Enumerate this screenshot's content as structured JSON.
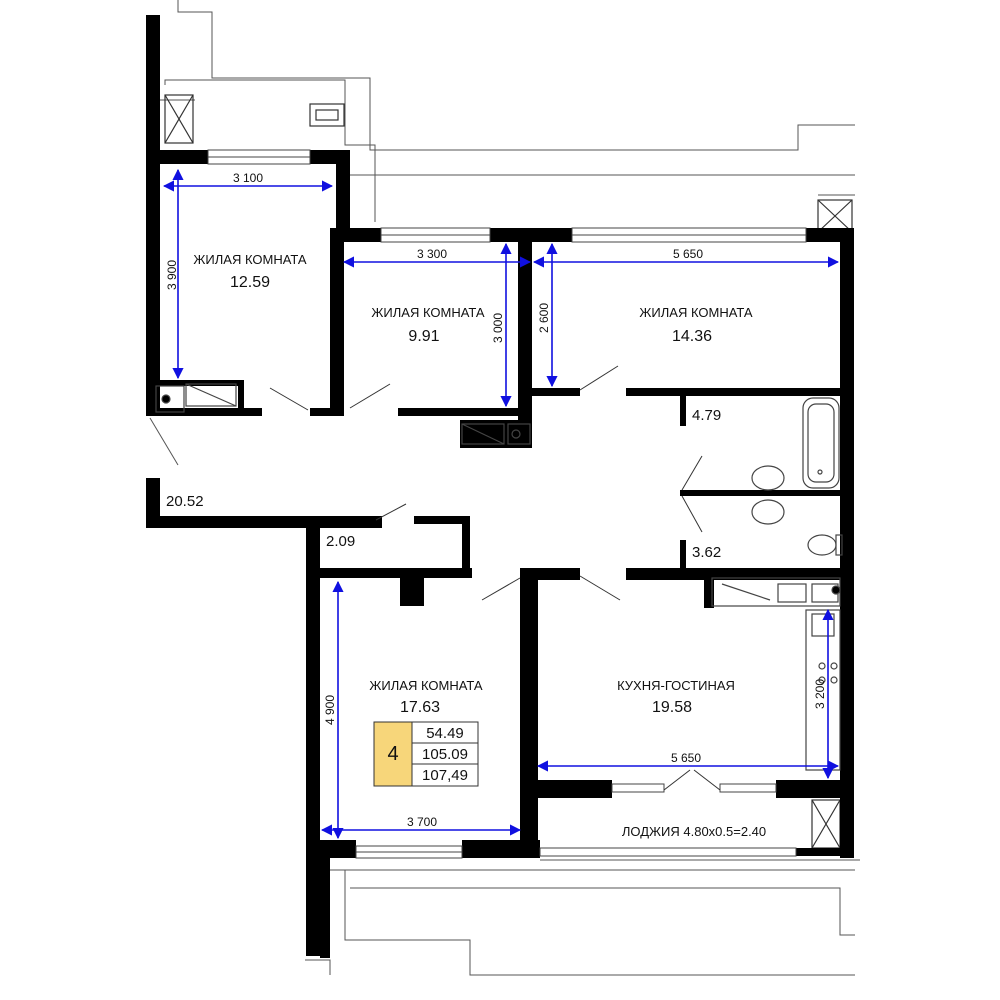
{
  "rooms": [
    {
      "label": "ЖИЛАЯ КОМНАТА",
      "area": "12.59"
    },
    {
      "label": "ЖИЛАЯ КОМНАТА",
      "area": "9.91"
    },
    {
      "label": "ЖИЛАЯ КОМНАТА",
      "area": "14.36"
    },
    {
      "label": "ЖИЛАЯ КОМНАТА",
      "area": "17.63"
    },
    {
      "label": "КУХНЯ-ГОСТИНАЯ",
      "area": "19.58"
    }
  ],
  "small_areas": {
    "hall": "20.52",
    "storage": "2.09",
    "bathroom": "4.79",
    "toilet": "3.62"
  },
  "loggia": "ЛОДЖИЯ 4.80х0.5=2.40",
  "dimensions": {
    "r1_width": "3 100",
    "r1_height": "3 900",
    "r2_width": "3 300",
    "r2_height": "3 000",
    "r3_width": "5 650",
    "r3_height": "2 600",
    "r4_height": "4 900",
    "r4_width": "3 700",
    "kitchen_width": "5 650",
    "kitchen_height": "3 200"
  },
  "legend": {
    "rooms_count": "4",
    "living_area": "54.49",
    "total_area": "105.09",
    "total_with_loggia": "107,49"
  },
  "colors": {
    "wall": "#000000",
    "dimension": "#1010e0",
    "legend_fill": "#f7d67a",
    "outline": "#555555"
  }
}
